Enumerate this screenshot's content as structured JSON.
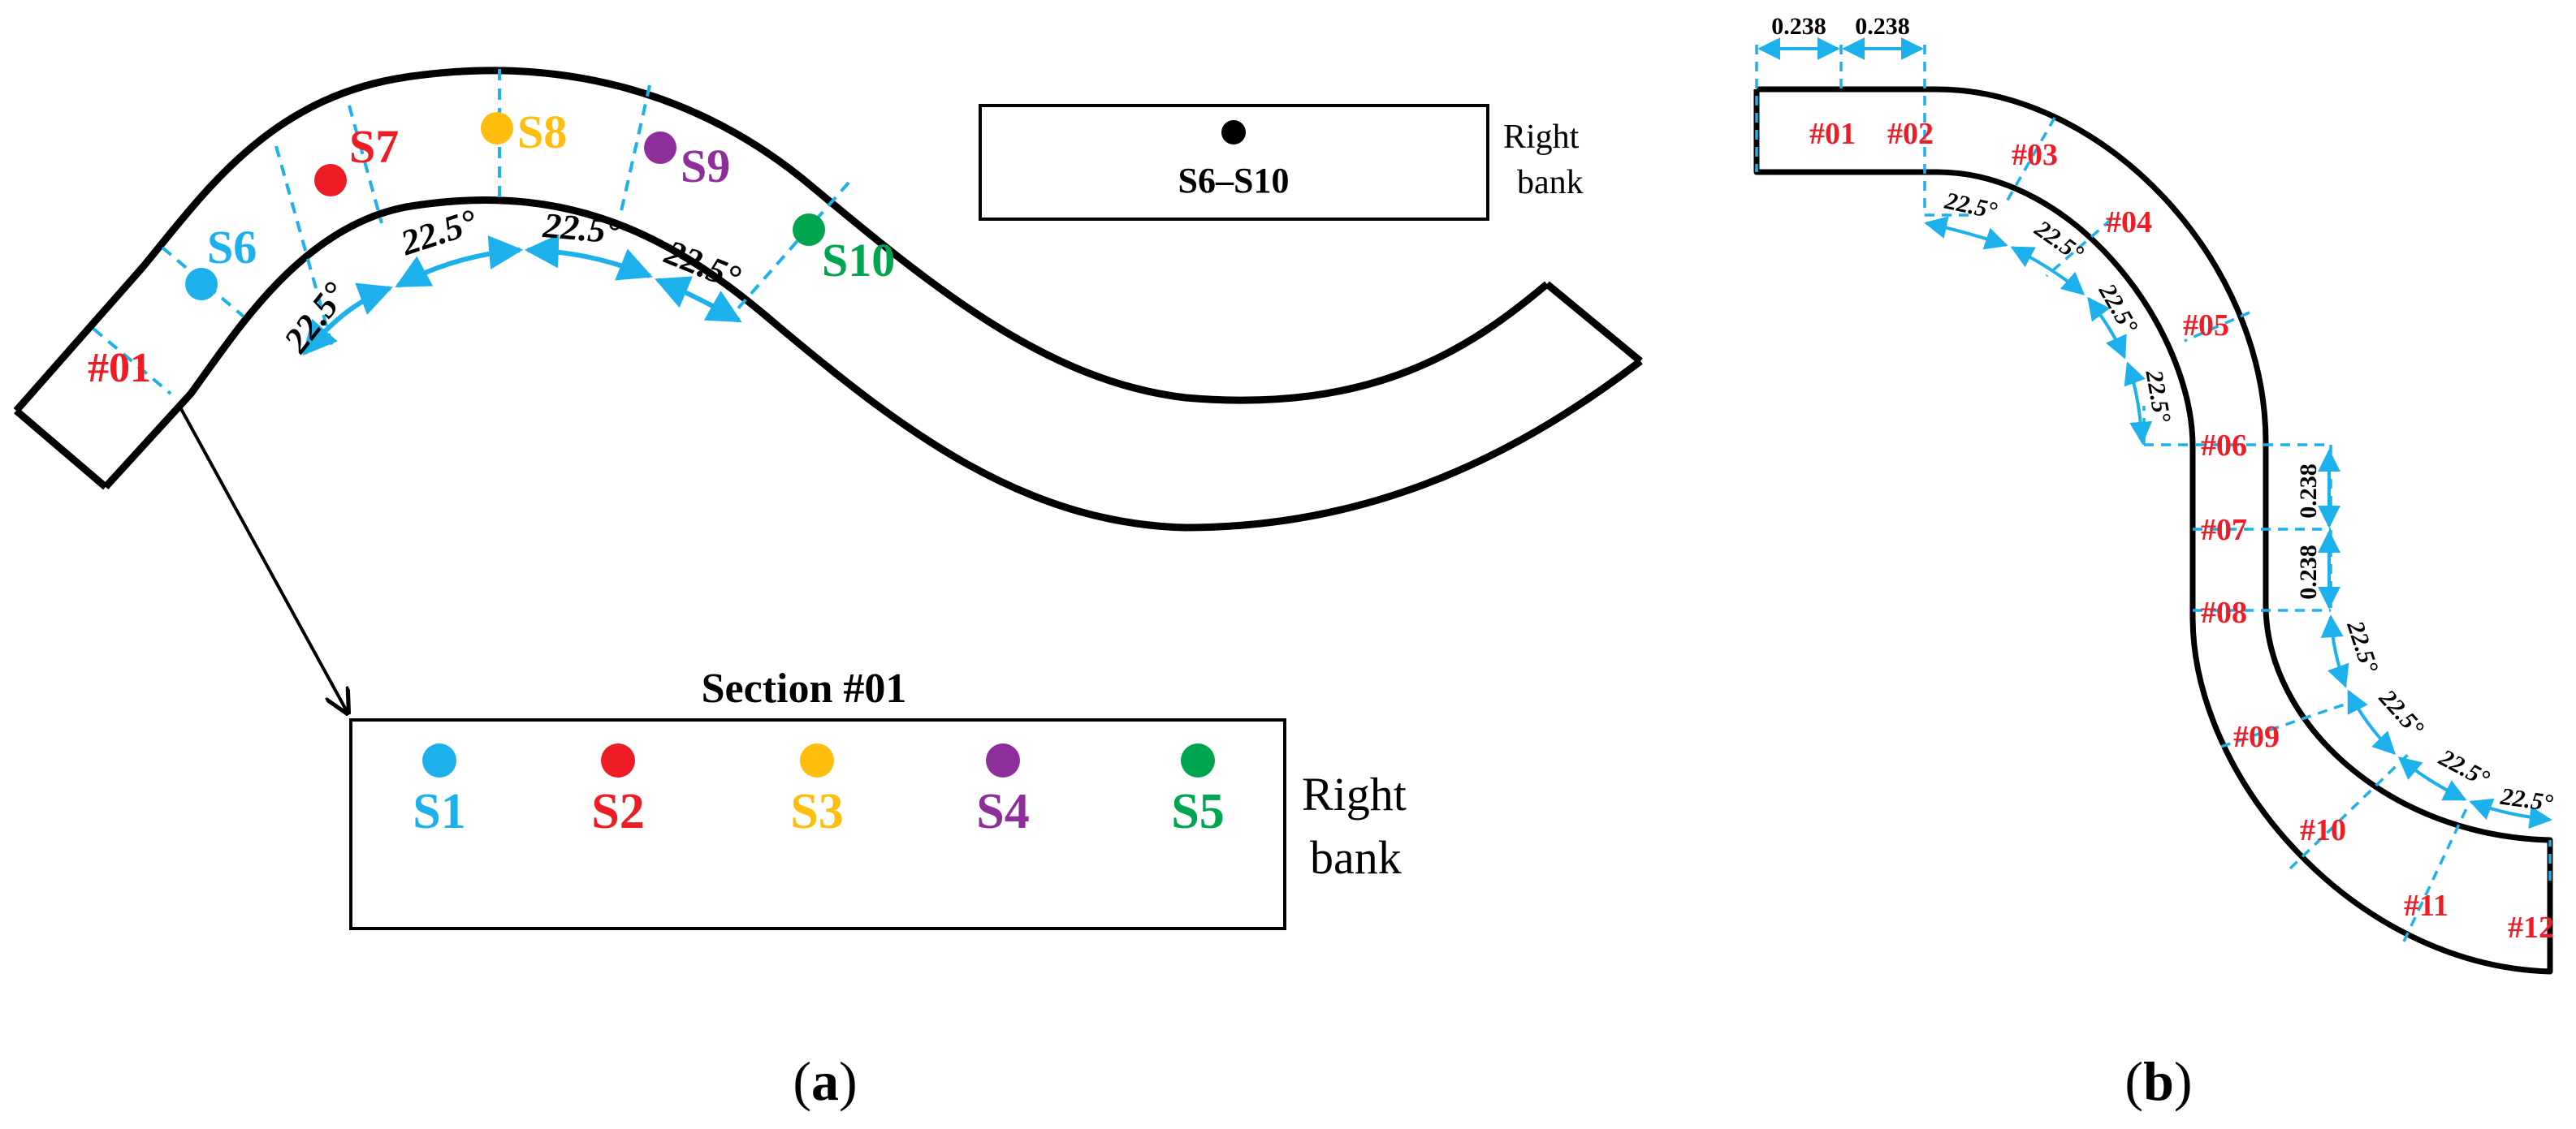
{
  "colors": {
    "outline": "#000000",
    "dashed_section_line": "#1cb1ed",
    "arrow": "#1cb1ed",
    "section_label": "#ee1c25",
    "S1_S6": "#1cb1ed",
    "S2_S7": "#ee1c25",
    "S3_S8": "#ffbd0e",
    "S4_S9": "#8e2e9a",
    "S5_S10": "#00a550",
    "S6_S10_marker": "#000000"
  },
  "panel_a": {
    "caption_open": "(",
    "caption_letter": "a",
    "caption_close": ")",
    "section_label": "#01",
    "angles": [
      "22.5°",
      "22.5°",
      "22.5°",
      "22.5°"
    ],
    "points": [
      {
        "id": "S6",
        "color": "#1cb1ed"
      },
      {
        "id": "S7",
        "color": "#ee1c25"
      },
      {
        "id": "S8",
        "color": "#ffbd0e"
      },
      {
        "id": "S9",
        "color": "#8e2e9a"
      },
      {
        "id": "S10",
        "color": "#00a550"
      }
    ],
    "inset_top": {
      "label": "S6–S10",
      "bank_line1": "Right",
      "bank_line2": "bank"
    },
    "inset_section": {
      "title": "Section #01",
      "points": [
        {
          "id": "S1",
          "color": "#1cb1ed"
        },
        {
          "id": "S2",
          "color": "#ee1c25"
        },
        {
          "id": "S3",
          "color": "#ffbd0e"
        },
        {
          "id": "S4",
          "color": "#8e2e9a"
        },
        {
          "id": "S5",
          "color": "#00a550"
        }
      ],
      "bank_line1": "Right",
      "bank_line2": "bank"
    }
  },
  "panel_b": {
    "caption_open": "(",
    "caption_letter": "b",
    "caption_close": ")",
    "width_dims": [
      "0.238",
      "0.238"
    ],
    "vertical_dims": [
      "0.238",
      "0.238"
    ],
    "upper_angles": [
      "22.5°",
      "22.5°",
      "22.5°",
      "22.5°"
    ],
    "lower_angles": [
      "22.5°",
      "22.5°",
      "22.5°",
      "22.5°"
    ],
    "sections": [
      "#01",
      "#02",
      "#03",
      "#04",
      "#05",
      "#06",
      "#07",
      "#08",
      "#09",
      "#10",
      "#11",
      "#12"
    ]
  }
}
